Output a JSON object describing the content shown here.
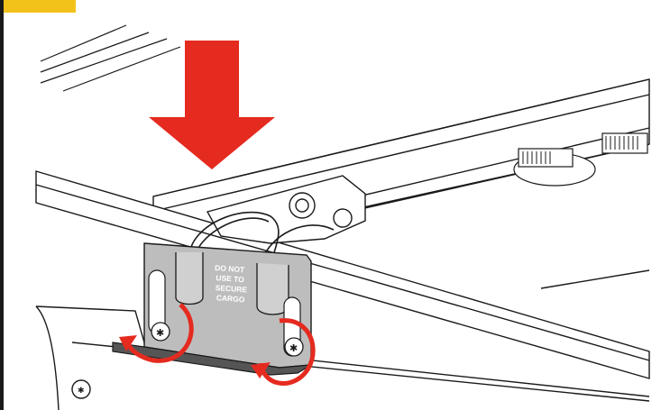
{
  "header": {
    "step_text": "",
    "badge_color": "#F2C21B"
  },
  "bracket_label": {
    "lines": [
      "DO NOT",
      "USE TO",
      "SECURE",
      "CARGO"
    ]
  },
  "colors": {
    "arrow": "#E52A1F",
    "rotation_arrows": "#E52A1F",
    "bracket_fill": "#BDBDBD",
    "line": "#1a1a1a"
  },
  "icons": {
    "down_arrow": "down-arrow-icon",
    "rotate_left": "rotate-counterclockwise-icon",
    "rotate_right": "rotate-counterclockwise-icon",
    "screw": "torx-screw-icon"
  }
}
